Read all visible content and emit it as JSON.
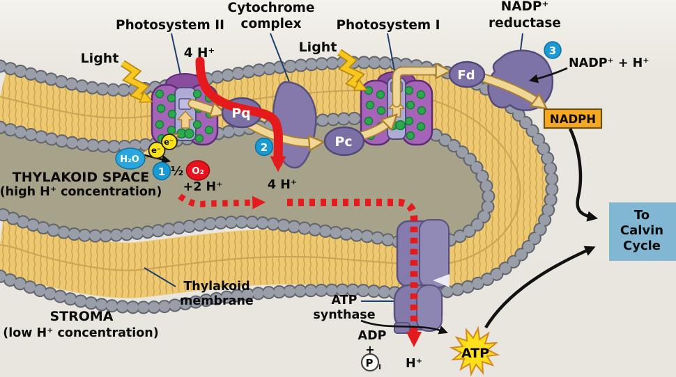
{
  "labels": {
    "ps2": "Photosystem II",
    "cyt1": "Cytochrome",
    "cyt2": "complex",
    "ps1": "Photosystem I",
    "nr1": "NADP⁺",
    "nr2": "reductase",
    "light_l": "Light",
    "light_r": "Light",
    "h4_top": "4 H⁺",
    "h4_mid": "4 H⁺",
    "h2o": "H₂O",
    "e1": "e⁻",
    "e2": "e⁻",
    "s1": "1",
    "s2": "2",
    "s3": "3",
    "half": "½",
    "o2": "O₂",
    "p2h": "+2 H⁺",
    "pq": "Pq",
    "pc": "Pc",
    "fd": "Fd",
    "nadp_in": "NADP⁺  + H⁺",
    "nadph": "NADPH",
    "tsp1": "THYLAKOID SPACE",
    "tsp2": "(high H⁺ concentration)",
    "str1": "STROMA",
    "str2": "(low H⁺ concentration)",
    "mem1": "Thylakoid",
    "mem2": "membrane",
    "atps1": "ATP",
    "atps2": "synthase",
    "adp": "ADP",
    "plus": "+",
    "p": "P",
    "p_i": "i",
    "h_bot": "H⁺",
    "atp": "ATP",
    "cal1": "To",
    "cal2": "Calvin",
    "cal3": "Cycle"
  },
  "colors": {
    "stroma_bg": "#eae7e0",
    "lumen": "#a7a28a",
    "membrane_lipid": "#edca72",
    "lipid_tail": "#cfa24f",
    "bead_gray": "#999ea9",
    "bead_outline": "#60646c",
    "photosystem_purple": "#a564b8",
    "protein_purple": "#8579ac",
    "channel_blue": "#aeabd6",
    "chlorophyll_green": "#2ea84f",
    "electron_arrow_yellow": "#f0d795",
    "electron_arrow_outline": "#a8802e",
    "proton_red": "#e41a1c",
    "light_bolt_yellow": "#f6c71f",
    "step_circle_blue": "#1a9ad3",
    "water_blue": "#2aa6df",
    "electron_dot_yellow": "#f8e21e",
    "nadph_orange": "#f7a823",
    "calvin_blue": "#82b7d3",
    "atp_star_yellow": "#ffe01a",
    "label_line_navy": "#1c3e6e"
  }
}
